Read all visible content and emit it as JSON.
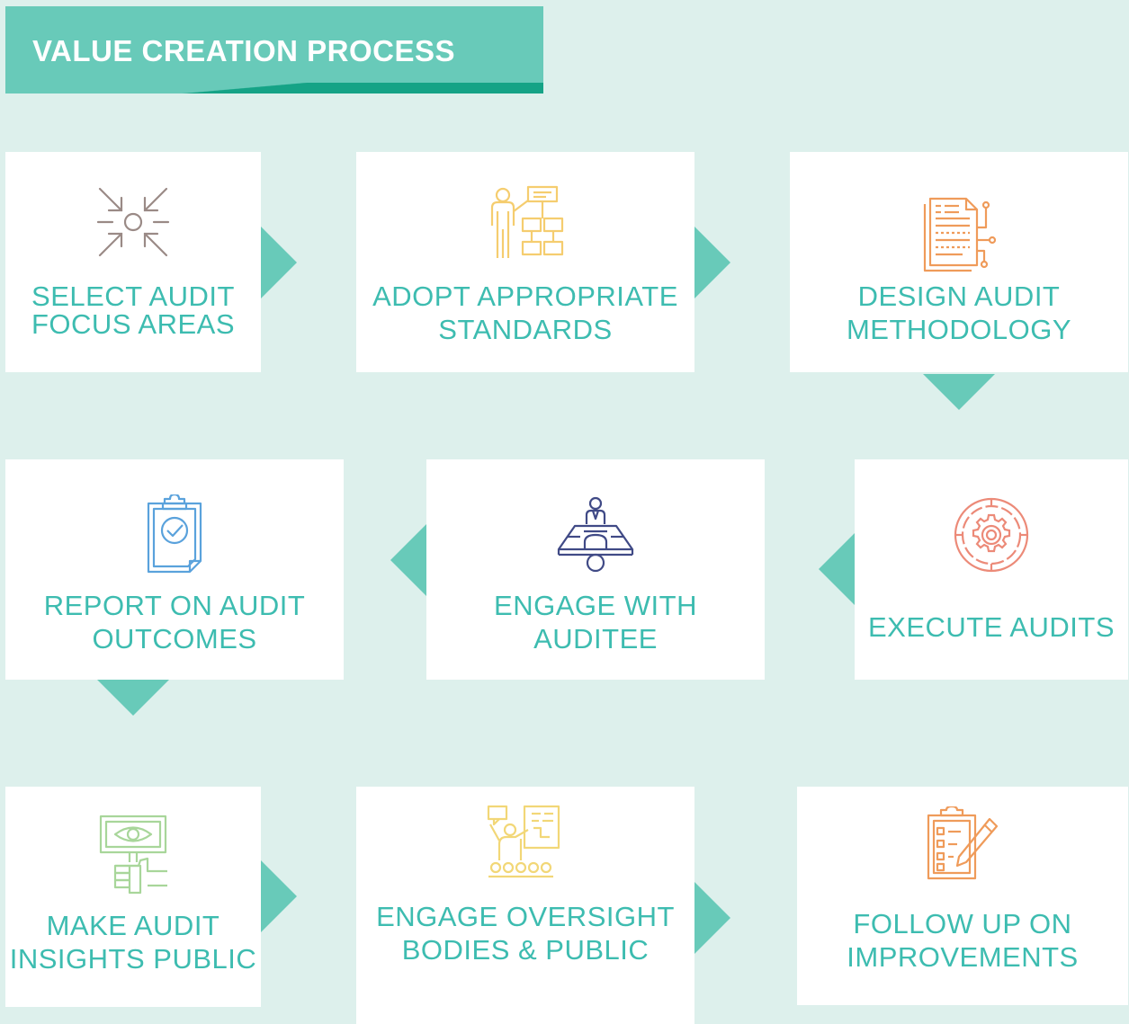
{
  "header": {
    "title": "VALUE CREATION PROCESS"
  },
  "steps": [
    {
      "line1": "SELECT AUDIT",
      "line2": "FOCUS AREAS",
      "icon": "focus-arrows-icon",
      "icon_color": "#9a8a86"
    },
    {
      "line1": "ADOPT APPROPRIATE",
      "line2": "STANDARDS",
      "icon": "presenter-org-chart-icon",
      "icon_color": "#f5cd6f"
    },
    {
      "line1": "DESIGN AUDIT",
      "line2": "METHODOLOGY",
      "icon": "document-circuit-icon",
      "icon_color": "#ef9b5a"
    },
    {
      "line1": "EXECUTE AUDITS",
      "line2": "",
      "icon": "gear-target-icon",
      "icon_color": "#ec8a78"
    },
    {
      "line1": "ENGAGE WITH",
      "line2": "AUDITEE",
      "icon": "meeting-table-icon",
      "icon_color": "#404a86"
    },
    {
      "line1": "REPORT ON AUDIT",
      "line2": "OUTCOMES",
      "icon": "clipboard-check-icon",
      "icon_color": "#5aa2dc"
    },
    {
      "line1": "MAKE AUDIT",
      "line2": "INSIGHTS PUBLIC",
      "icon": "hand-eye-sign-icon",
      "icon_color": "#a8d69a"
    },
    {
      "line1": "ENGAGE OVERSIGHT",
      "line2": "BODIES & PUBLIC",
      "icon": "presenter-audience-icon",
      "icon_color": "#f2d777"
    },
    {
      "line1": "FOLLOW UP ON",
      "line2": "IMPROVEMENTS",
      "icon": "checklist-pencil-icon",
      "icon_color": "#ef9b5a"
    }
  ],
  "colors": {
    "background": "#ddf0ec",
    "accent": "#68cab9",
    "accent_dark": "#15a386",
    "label": "#3dbcb0"
  }
}
